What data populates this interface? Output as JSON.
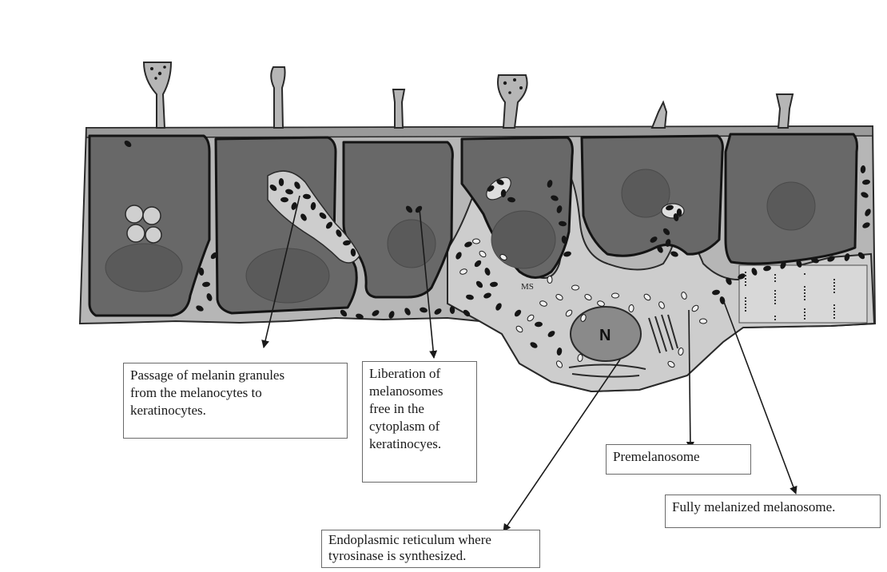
{
  "diagram": {
    "nucleus_label": "N",
    "melanosome_abbrev": "MS",
    "colors": {
      "cell_fill": "#686868",
      "cell_outline": "#141414",
      "tissue_fill": "#b6b6b6",
      "melanocyte_fill": "#cdcdcd",
      "granule": "#151515",
      "background": "#ffffff"
    }
  },
  "labels": {
    "passage": [
      "Passage of melanin granules",
      "from the melanocytes to",
      "keratinocytes."
    ],
    "liberation": [
      "Liberation of",
      "melanosomes",
      "free in the",
      "cytoplasm of",
      "keratinocyes."
    ],
    "premelanosome": [
      "Premelanosome"
    ],
    "endoplasmic": [
      "Endoplasmic reticulum where",
      "tyrosinase is synthesized."
    ],
    "fully": [
      "Fully melanized melanosome."
    ]
  }
}
